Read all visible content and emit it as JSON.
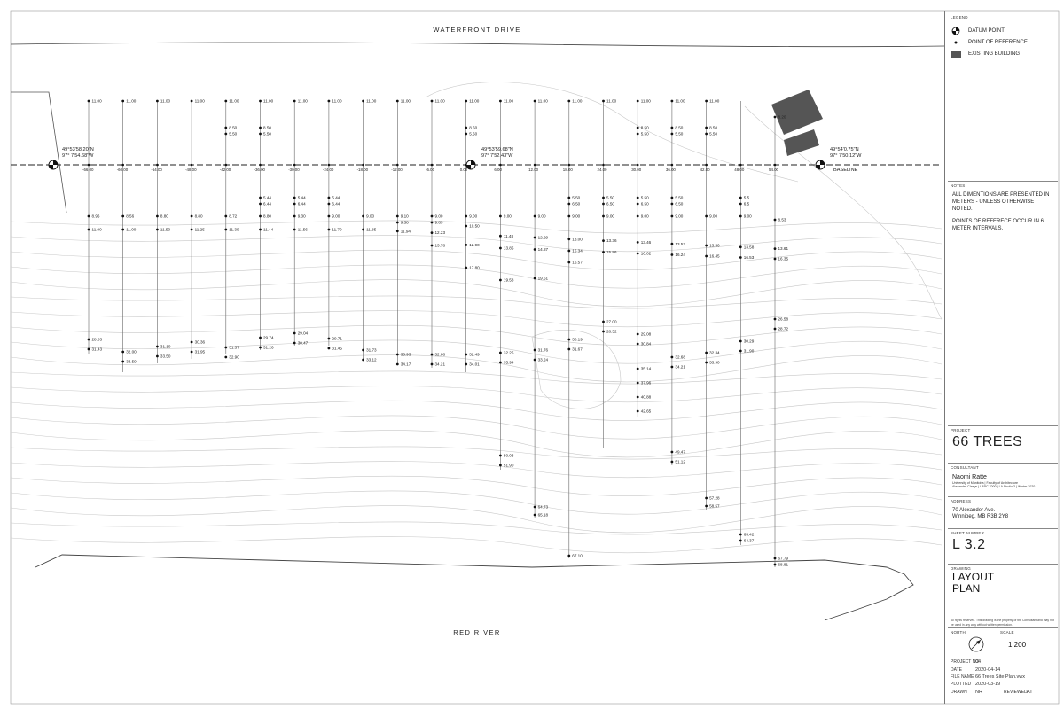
{
  "map": {
    "street_label": "WATERFRONT DRIVE",
    "river_label": "RED RIVER",
    "baseline_label": "BASELINE",
    "datums": [
      {
        "lat": "49°53'58.20\"N",
        "lon": "97° 7'54.68\"W"
      },
      {
        "lat": "49°53'59.68\"N",
        "lon": "97° 7'52.43\"W"
      },
      {
        "lat": "49°54'0.75\"N",
        "lon": "97° 7'50.12\"W"
      }
    ],
    "stations": [
      "-66.00",
      "-60.00",
      "-54.00",
      "-48.00",
      "-42.00",
      "-36.00",
      "-30.00",
      "-24.00",
      "-18.00",
      "-12.00",
      "-6.00",
      "0.00",
      "6.00",
      "12.00",
      "18.00",
      "24.00",
      "30.00",
      "36.00",
      "42.00",
      "48.00",
      "54.00"
    ],
    "top_values": [
      "11.00",
      "11.00",
      "11.00",
      "11.00",
      "11.00",
      "11.00",
      "11.00",
      "11.00",
      "11.00",
      "11.00",
      "11.00",
      "11.00",
      "11.00",
      "11.00",
      "11.00",
      "11.00",
      "11.00",
      "11.00",
      "11.00",
      "",
      "8.20"
    ],
    "upper_pairs": [
      {
        "i": 4,
        "a": "8.50",
        "b": "5.50"
      },
      {
        "i": 5,
        "a": "8.50",
        "b": "5.50"
      },
      {
        "i": 11,
        "a": "8.50",
        "b": "5.50"
      },
      {
        "i": 16,
        "a": "8.50",
        "b": "5.50"
      },
      {
        "i": 17,
        "a": "8.50",
        "b": "5.50"
      },
      {
        "i": 18,
        "a": "8.50",
        "b": "5.50"
      }
    ],
    "mid_pairs": [
      {
        "i": 5,
        "a": "5.44",
        "b": "6.44"
      },
      {
        "i": 6,
        "a": "5.44",
        "b": "6.44"
      },
      {
        "i": 7,
        "a": "5.44",
        "b": "6.44"
      },
      {
        "i": 14,
        "a": "5.50",
        "b": "6.50"
      },
      {
        "i": 15,
        "a": "5.50",
        "b": "6.50"
      },
      {
        "i": 16,
        "a": "5.50",
        "b": "6.50"
      },
      {
        "i": 17,
        "a": "5.50",
        "b": "6.50"
      },
      {
        "i": 19,
        "a": "5.5",
        "b": "6.5"
      }
    ],
    "row3": [
      "8.96",
      "8.56",
      "8.80",
      "8.80",
      "8.72",
      "8.80",
      "9.30",
      "9.00",
      "9.00",
      "9.10",
      "9.00",
      "9.00",
      "9.00",
      "9.00",
      "9.00",
      "9.00",
      "9.00",
      "9.00",
      "9.00",
      "9.00",
      "8.53"
    ],
    "row3_extra": [
      {
        "i": 9,
        "v": "9.38"
      },
      {
        "i": 10,
        "v": "9.83"
      },
      {
        "i": 11,
        "v": "10.50"
      }
    ],
    "row4": [
      "11.00",
      "11.00",
      "11.50",
      "11.25",
      "11.30",
      "11.44",
      "11.56",
      "11.70",
      "11.85",
      "11.94",
      "12.23",
      "12.90",
      "11.48",
      "12.29",
      "13.00",
      "13.36",
      "13.46",
      "13.52",
      "13.56",
      "13.58",
      "13.61"
    ],
    "row5": [
      {
        "i": 10,
        "v": "13.78"
      },
      {
        "i": 12,
        "v": "13.85"
      },
      {
        "i": 13,
        "v": "14.87"
      },
      {
        "i": 14,
        "v": "15.34"
      },
      {
        "i": 15,
        "v": "15.86"
      },
      {
        "i": 16,
        "v": "16.02"
      },
      {
        "i": 17,
        "v": "16.24"
      },
      {
        "i": 18,
        "v": "16.45"
      },
      {
        "i": 19,
        "v": "16.53"
      },
      {
        "i": 20,
        "v": "16.35"
      }
    ],
    "row6": [
      {
        "i": 11,
        "v": "17.80"
      },
      {
        "i": 12,
        "v": "19.58"
      },
      {
        "i": 13,
        "v": "19.51"
      },
      {
        "i": 14,
        "v": "16.57"
      }
    ],
    "row7": [
      {
        "i": 0,
        "a": "28.83",
        "b": "31.43"
      },
      {
        "i": 1,
        "a": "32.00",
        "b": "33.59"
      },
      {
        "i": 2,
        "a": "31.10",
        "b": "33.50"
      },
      {
        "i": 3,
        "a": "30.36",
        "b": "31.95"
      },
      {
        "i": 4,
        "a": "31.37",
        "b": "32.90"
      },
      {
        "i": 5,
        "a": "29.74",
        "b": "31.26"
      },
      {
        "i": 6,
        "a": "29.04",
        "b": "30.47"
      },
      {
        "i": 7,
        "a": "29.71",
        "b": "31.45"
      },
      {
        "i": 8,
        "a": "31.73",
        "b": "33.12"
      },
      {
        "i": 9,
        "a": "33.93",
        "b": "34.17"
      },
      {
        "i": 10,
        "a": "32.88",
        "b": "34.21"
      },
      {
        "i": 11,
        "a": "32.49",
        "b": "34.01"
      },
      {
        "i": 12,
        "a": "32.25",
        "b": "35.94"
      },
      {
        "i": 13,
        "a": "31.76",
        "b": "33.24"
      },
      {
        "i": 14,
        "a": "30.19",
        "b": "31.67"
      },
      {
        "i": 15,
        "a": "27.00",
        "b": "28.52"
      },
      {
        "i": 16,
        "a": "29.08",
        "b": "30.84"
      },
      {
        "i": 17,
        "a": "32.68",
        "b": "34.21"
      },
      {
        "i": 18,
        "a": "32.34",
        "b": "33.90"
      },
      {
        "i": 19,
        "a": "30.29",
        "b": "31.90"
      },
      {
        "i": 20,
        "a": "26.58",
        "b": "28.72"
      }
    ],
    "row8": [
      {
        "i": 16,
        "v": "35.14"
      },
      {
        "i": 16,
        "v": "37.96"
      },
      {
        "i": 16,
        "v": "40.88"
      },
      {
        "i": 16,
        "v": "42.65"
      }
    ],
    "row9": [
      {
        "i": 12,
        "v": "50.03"
      },
      {
        "i": 12,
        "v": "51.90"
      },
      {
        "i": 17,
        "v": "49.47"
      },
      {
        "i": 17,
        "v": "51.12"
      }
    ],
    "row10": [
      {
        "i": 13,
        "v": "64.73"
      },
      {
        "i": 13,
        "v": "65.18"
      },
      {
        "i": 18,
        "v": "57.28"
      },
      {
        "i": 18,
        "v": "58.57"
      },
      {
        "i": 19,
        "v": "63.42"
      },
      {
        "i": 19,
        "v": "64.37"
      },
      {
        "i": 14,
        "v": "67.10"
      },
      {
        "i": 20,
        "v": "67.79"
      },
      {
        "i": 20,
        "v": "68.81"
      }
    ]
  },
  "title_block": {
    "legend_label": "LEGEND",
    "legend": [
      {
        "label": "DATUM POINT",
        "icon": "datum-icon"
      },
      {
        "label": "POINT OF REFERENCE",
        "icon": "dot-icon"
      },
      {
        "label": "EXISTING BUILDING",
        "icon": "building-icon"
      }
    ],
    "notes_label": "NOTES",
    "notes": [
      "ALL DIMENTIONS ARE PRESENTED IN METERS - UNLESS OTHERWISE NOTED.",
      "POINTS OF REFERECE OCCUR IN 6 METER INTERVALS."
    ],
    "project_label": "PROJECT",
    "project": "66 TREES",
    "consultant_label": "CONSULTANT",
    "consultant": "Naomi Ratte",
    "consultant_sub1": "University of Manitoba | Faculty of Architecture",
    "consultant_sub2": "Alexander Claeys | LARC 7000 | LA Studio 3 | Winter 2020",
    "address_label": "ADDRESS",
    "address1": "70 Alexander Ave.",
    "address2": "Winnipeg, MB R3B 2Y8",
    "sheet_label": "SHEET NUMBER",
    "sheet": "L 3.2",
    "drawing_label": "DRAWING",
    "drawing1": "LAYOUT",
    "drawing2": "PLAN",
    "rights": "All rights reserved. This drawing is the property of the Consultant and may not be used in any way without written permission.",
    "north_label": "NORTH",
    "scale_label": "SCALE",
    "scale": "1:200",
    "project_no_label": "PROJECT NO",
    "project_no": "04",
    "date_label": "DATE",
    "date": "2020-04-14",
    "file_label": "FILE NAME",
    "file": "66 Trees Site Plan.vwx",
    "plotted_label": "PLOTTED",
    "plotted": "2020-03-19",
    "drawn_label": "DRAWN",
    "drawn": "NR",
    "reviewed_label": "REVIEWED",
    "reviewed": "AT"
  }
}
